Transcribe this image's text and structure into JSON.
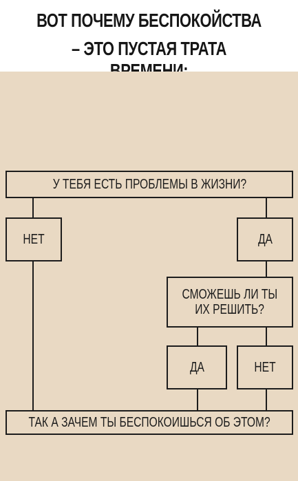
{
  "header": {
    "line1": "ВОТ ПОЧЕМУ БЕСПОКОЙСТВА",
    "line2": "– ЭТО ПУСТАЯ ТРАТА ВРЕМЕНИ:"
  },
  "flowchart": {
    "question": "У ТЕБЯ ЕСТЬ ПРОБЛЕМЫ В ЖИЗНИ?",
    "answer_no": "НЕТ",
    "answer_yes": "ДА",
    "subquestion_line1": "СМОЖЕШЬ ЛИ ТЫ",
    "subquestion_line2": "ИХ РЕШИТЬ?",
    "sub_yes": "ДА",
    "sub_no": "НЕТ",
    "conclusion": "ТАК А ЗАЧЕМ ТЫ БЕСПОКОИШЬСЯ ОБ ЭТОМ?"
  }
}
